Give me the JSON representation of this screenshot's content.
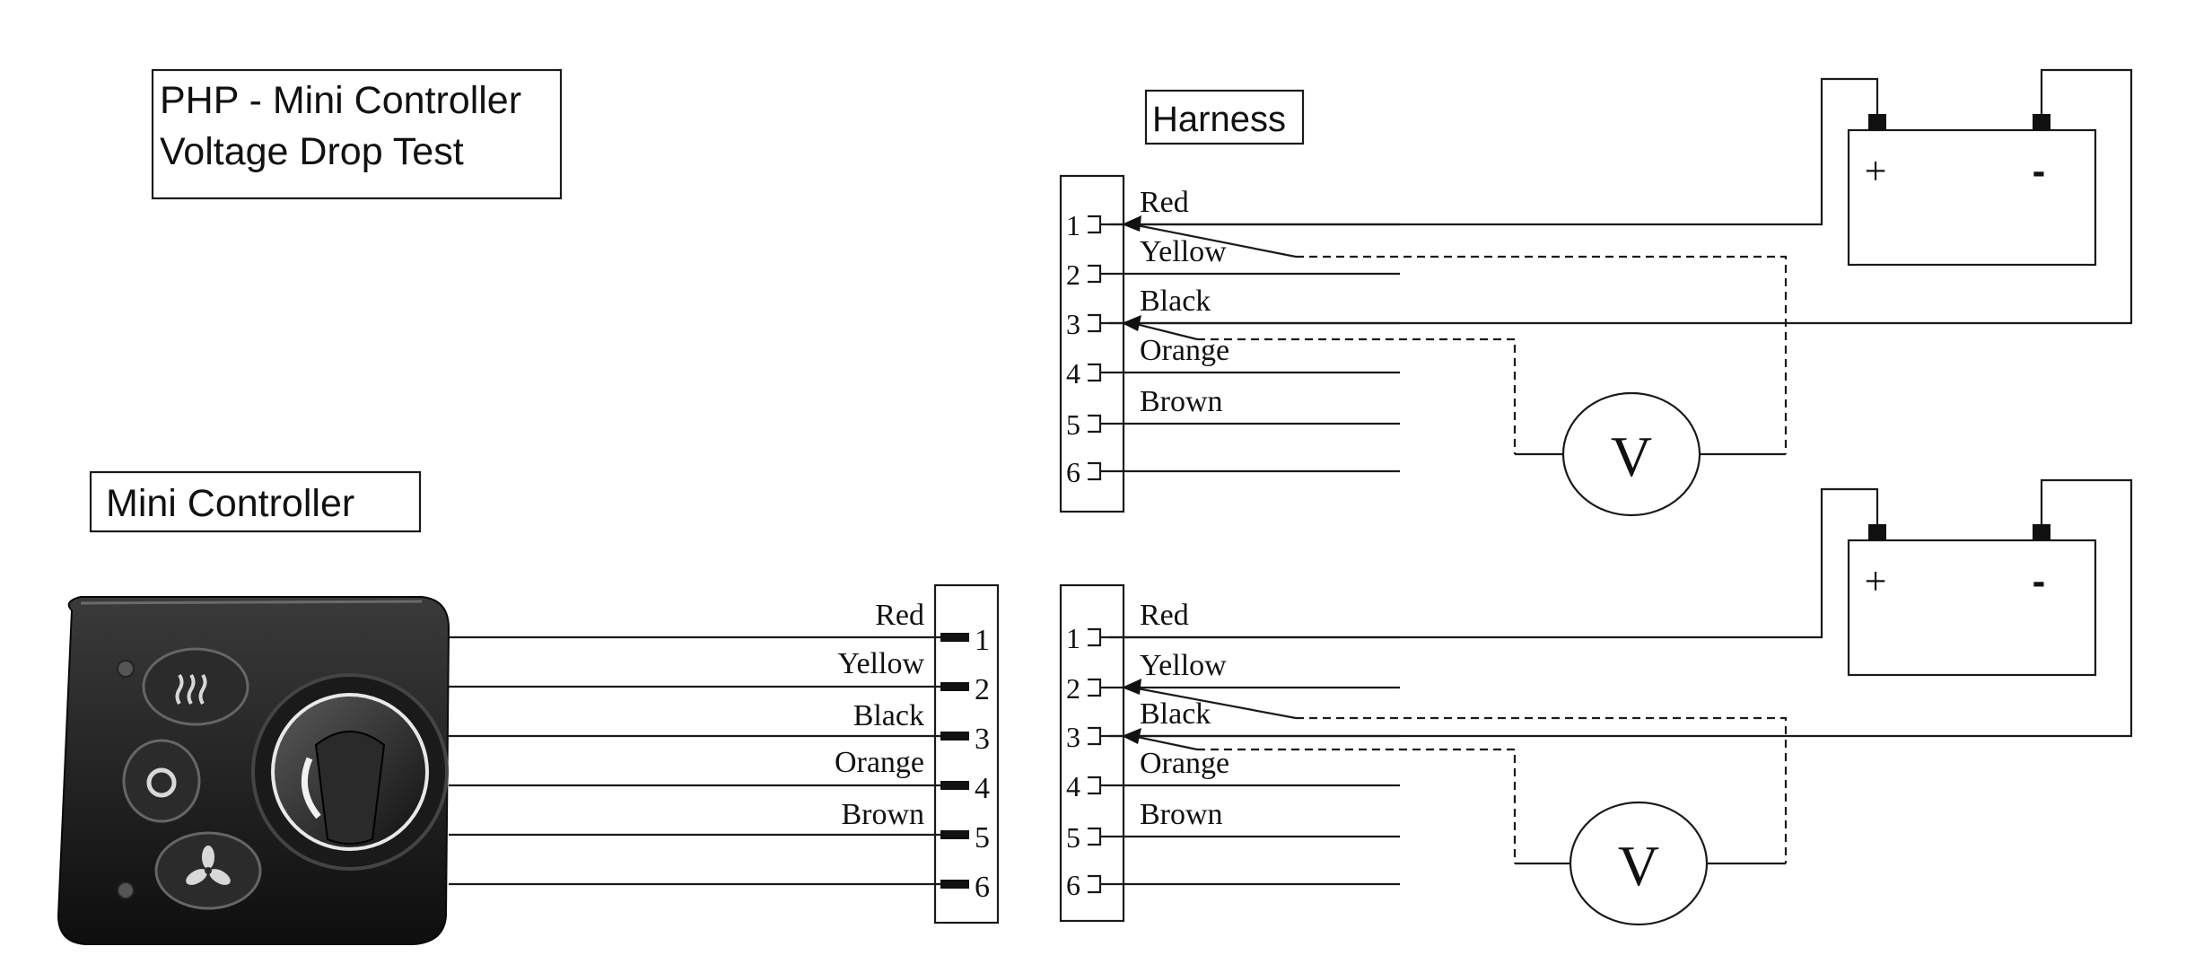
{
  "title": {
    "line1": "PHP - Mini Controller",
    "line2": "Voltage Drop Test"
  },
  "harness_label": "Harness",
  "controller_label": "Mini Controller",
  "pins": [
    "1",
    "2",
    "3",
    "4",
    "5",
    "6"
  ],
  "wire_colors": [
    "Red",
    "Yellow",
    "Black",
    "Orange",
    "Brown"
  ],
  "battery": {
    "plus": "+",
    "minus": "-"
  },
  "meter_symbol": "V",
  "controller_icons": [
    "heat-icon",
    "power-icon",
    "fan-icon",
    "rotary-knob"
  ]
}
